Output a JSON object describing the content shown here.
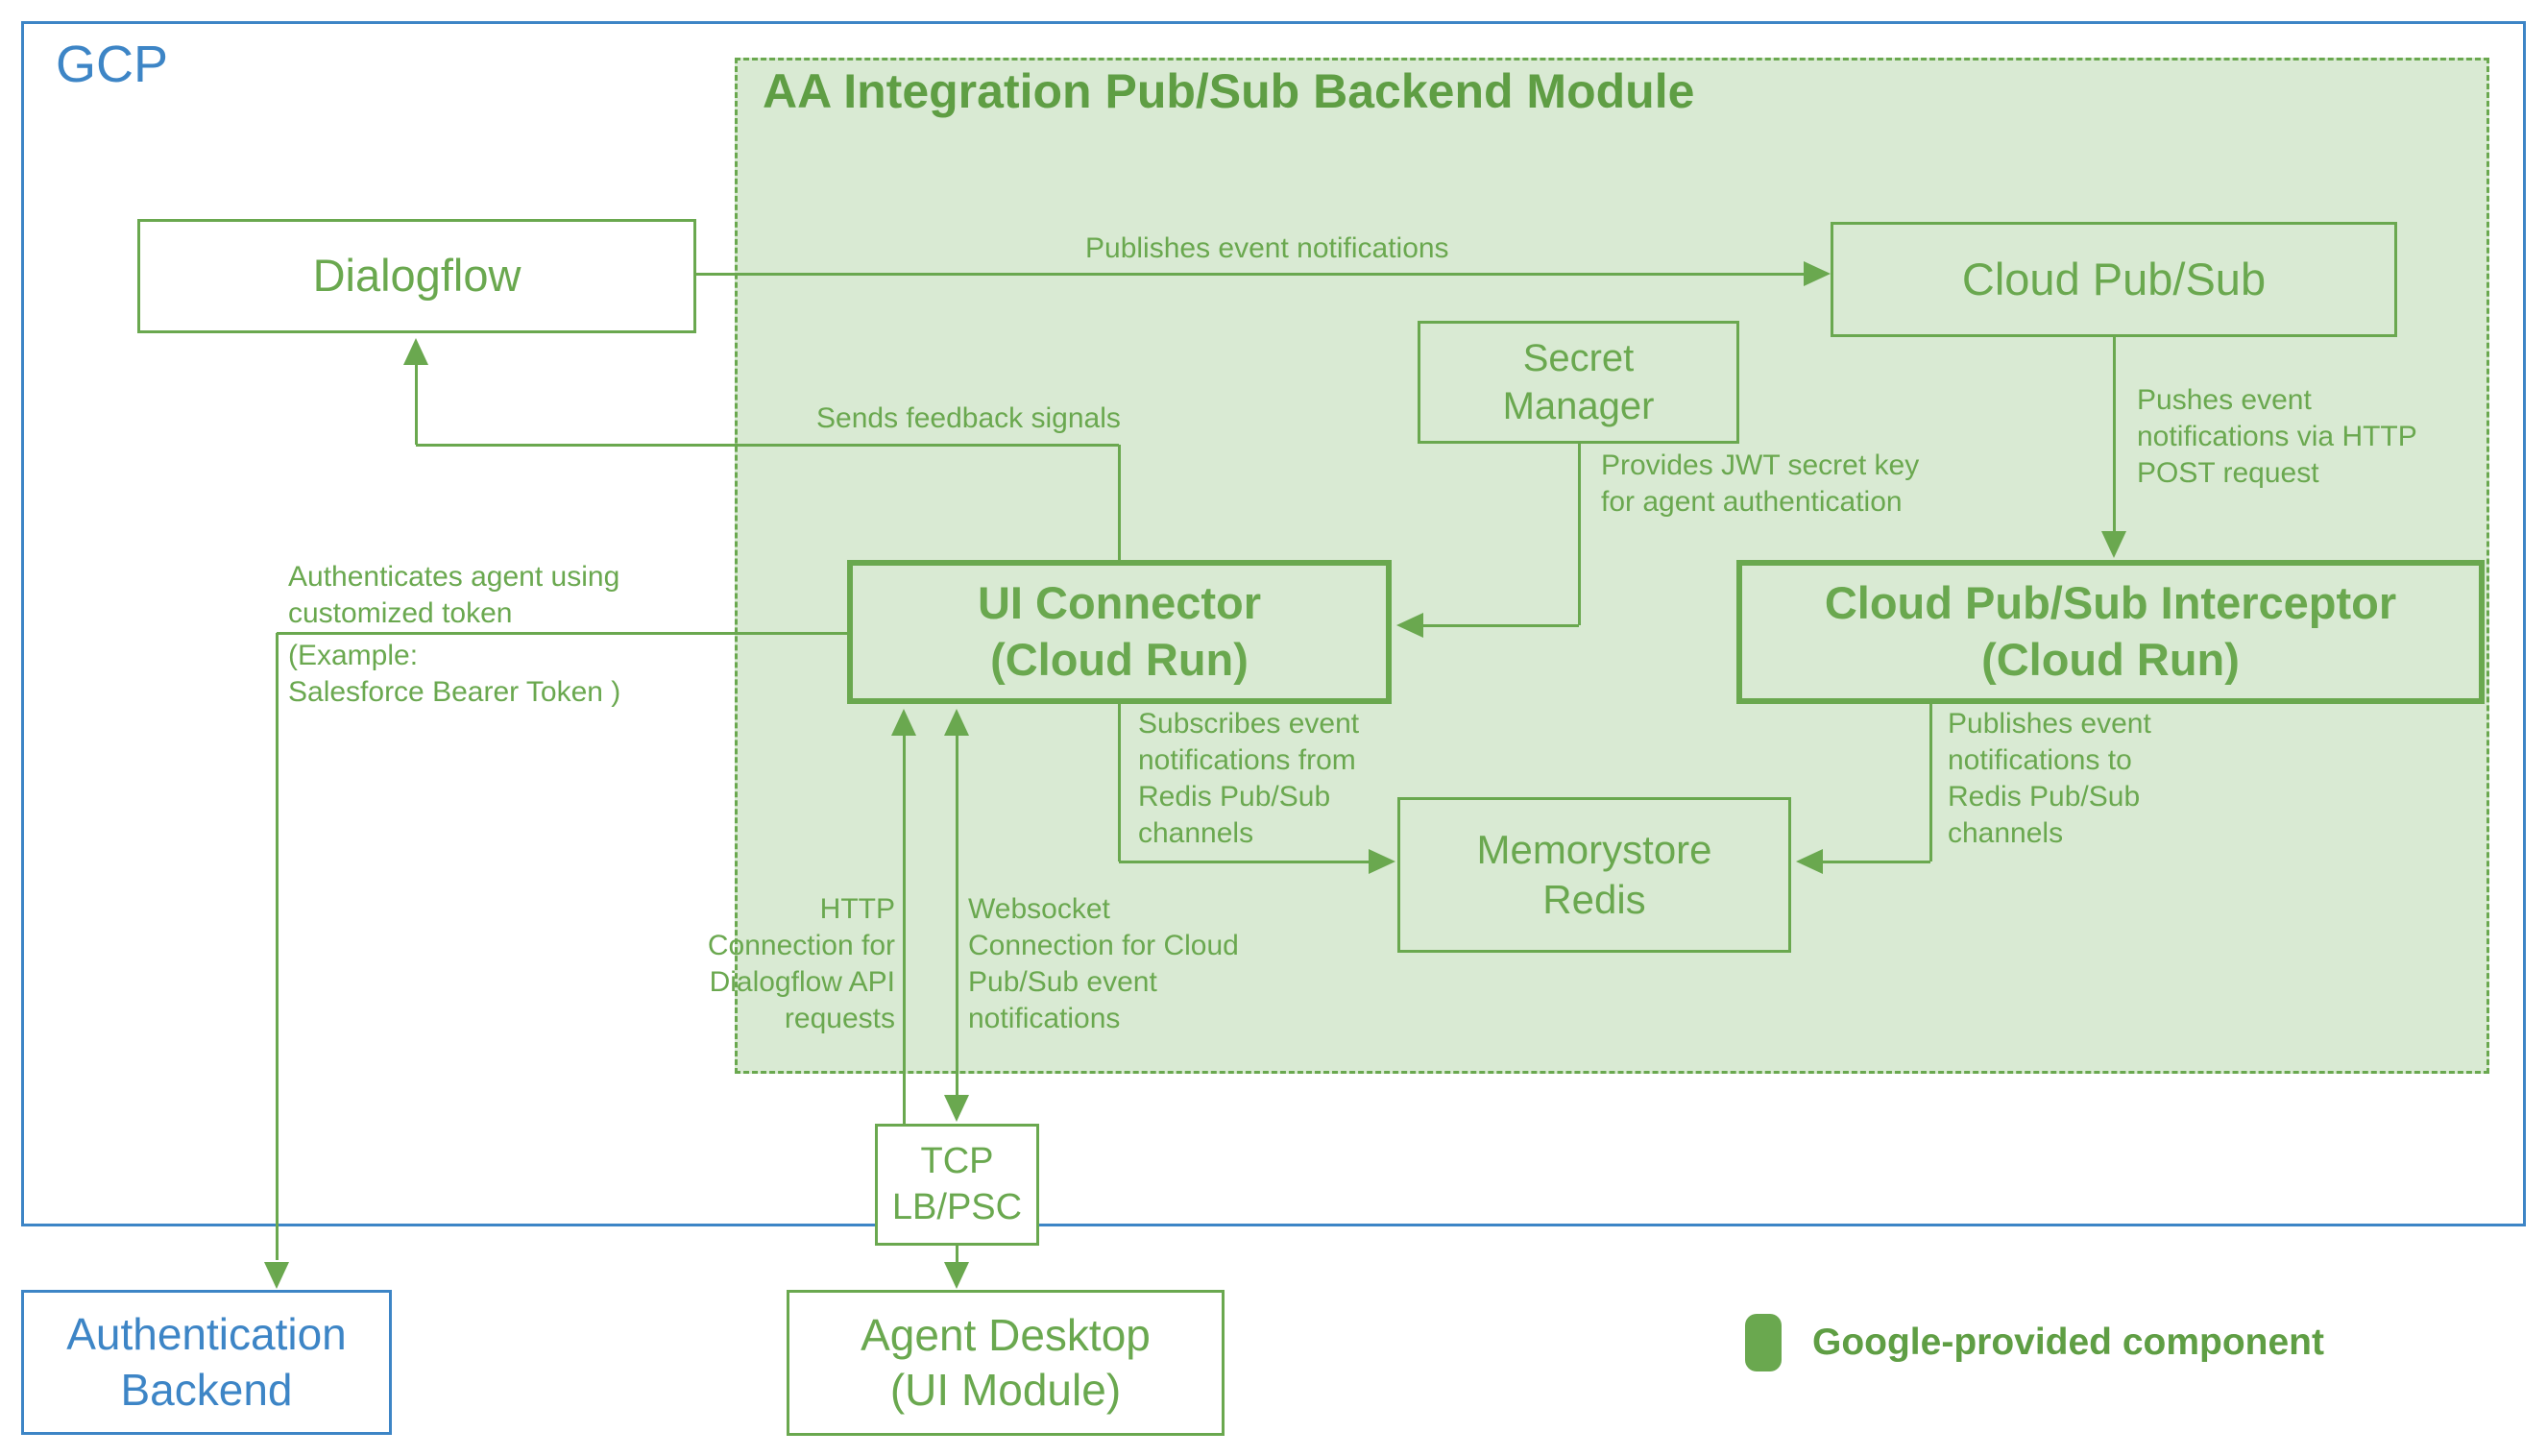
{
  "diagram_title": "GCP AA Integration Pub/Sub architecture",
  "colors": {
    "green_stroke": "#6aa84f",
    "green_fill": "#d9ead3",
    "blue": "#3d85c6",
    "white": "#ffffff"
  },
  "outer": {
    "label": "GCP"
  },
  "module": {
    "title": "AA Integration Pub/Sub Backend Module"
  },
  "nodes": {
    "dialogflow": {
      "label": "Dialogflow"
    },
    "cloud_pubsub": {
      "label": "Cloud Pub/Sub"
    },
    "secret_manager": {
      "label": "Secret\nManager"
    },
    "ui_connector": {
      "label": "UI Connector\n(Cloud Run)"
    },
    "interceptor": {
      "label": "Cloud Pub/Sub Interceptor\n(Cloud Run)"
    },
    "memorystore": {
      "label": "Memorystore\nRedis"
    },
    "tcp_lb": {
      "label": "TCP\nLB/PSC"
    },
    "agent_desktop": {
      "label": "Agent Desktop\n(UI Module)"
    },
    "auth_backend": {
      "label": "Authentication\nBackend"
    }
  },
  "annotations": {
    "publishes": "Publishes event notifications",
    "feedback": "Sends feedback signals",
    "pushes": "Pushes event\nnotifications via HTTP\nPOST request",
    "provides": "Provides JWT secret key\nfor agent authentication",
    "subscribes": "Subscribes event\nnotifications from\nRedis Pub/Sub\nchannels",
    "publishes_redis": "Publishes event\nnotifications to\nRedis Pub/Sub\nchannels",
    "auth_token": "Authenticates agent using\ncustomized token",
    "auth_example": "(Example:\nSalesforce Bearer Token )",
    "http_conn": "HTTP\nConnection for\nDialogflow API\nrequests",
    "ws_conn": "Websocket\nConnection for Cloud\nPub/Sub event\nnotifications"
  },
  "legend": {
    "label": "Google-provided component"
  }
}
